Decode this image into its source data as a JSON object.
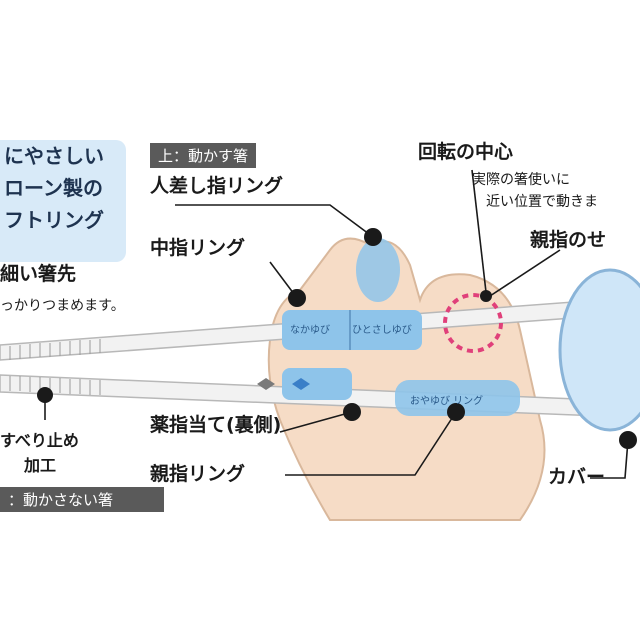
{
  "promo": {
    "lines": [
      "にやさしい",
      "ローン製の",
      "フトリング"
    ]
  },
  "tags": {
    "top_chopstick": "上：動かす箸",
    "bottom_chopstick": "：動かさない箸"
  },
  "labels": {
    "rotation_center": "回転の中心",
    "rotation_note_1": "実際の箸使いに",
    "rotation_note_2": "近い位置で動きま",
    "index_ring": "人差し指リング",
    "middle_ring": "中指リング",
    "thumb_rest": "親指のせ",
    "tip": "細い箸先",
    "tip_note": "っかりつまめます。",
    "ring_finger": "薬指当て(裏側)",
    "thumb_ring": "親指リング",
    "cover": "カバー",
    "nonslip_1": "すべり止め",
    "nonslip_2": "加工"
  },
  "ring_text": {
    "middle": "なかゆび",
    "index": "ひとさしゆび",
    "thumb": "おやゆび リング"
  },
  "colors": {
    "ring_blue": "#8ec4ea",
    "skin": "#f6dcc6",
    "highlight": "#e0407a",
    "cover": "#cfe6f8"
  }
}
